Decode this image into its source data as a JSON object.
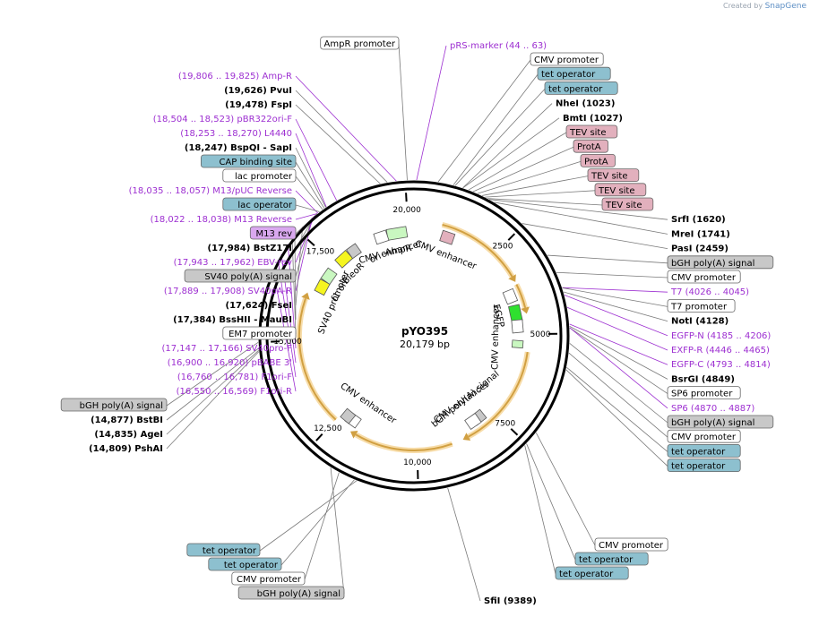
{
  "credit": {
    "prefix": "Created by",
    "brand": "SnapGene"
  },
  "plasmid": {
    "name": "pYO395",
    "size_label": "20,179 bp",
    "length": 20179
  },
  "colors": {
    "feature_purple": "#9d2fd1",
    "enzyme_black": "#000000",
    "protein_bind_fill": "#8dc0cf",
    "misc_fill": "#e2b0bd",
    "regulatory_fill": "#c8c8c8",
    "promoter_fill": "#ffffff",
    "primer_fill": "#d9a8ef",
    "orf_outline": "#d1a042",
    "leader_line": "#7a7a7a"
  },
  "ticks": [
    {
      "label": "2500",
      "pos": 2500
    },
    {
      "label": "5000",
      "pos": 5000
    },
    {
      "label": "7500",
      "pos": 7500
    },
    {
      "label": "10,000",
      "pos": 10000
    },
    {
      "label": "12,500",
      "pos": 12500
    },
    {
      "label": "15,000",
      "pos": 15000
    },
    {
      "label": "17,500",
      "pos": 17500
    },
    {
      "label": "20,000",
      "pos": 20000
    }
  ],
  "labels_left": [
    {
      "text": "AmpR promoter",
      "kind": "box-white",
      "anchor": 20040
    },
    {
      "text": "(19,806 .. 19,825)  Amp-R",
      "kind": "purple",
      "anchor": 19815
    },
    {
      "text": "(19,626)  PvuI",
      "kind": "enzyme",
      "anchor": 19626
    },
    {
      "text": "(19,478)  FspI",
      "kind": "enzyme",
      "anchor": 19478
    },
    {
      "text": "(18,504 .. 18,523)  pBR322ori-F",
      "kind": "purple",
      "anchor": 18513
    },
    {
      "text": "(18,253 .. 18,270)  L4440",
      "kind": "purple",
      "anchor": 18261
    },
    {
      "text": "(18,247)  BspQI  -  SapI",
      "kind": "enzyme",
      "anchor": 18247
    },
    {
      "text": "CAP binding site",
      "kind": "box-teal",
      "anchor": 18210
    },
    {
      "text": "lac promoter",
      "kind": "box-white",
      "anchor": 18170
    },
    {
      "text": "(18,035 .. 18,057)  M13/pUC Reverse",
      "kind": "purple",
      "anchor": 18046
    },
    {
      "text": "lac operator",
      "kind": "box-teal",
      "anchor": 18090
    },
    {
      "text": "(18,022 .. 18,038)  M13 Reverse",
      "kind": "purple",
      "anchor": 18030
    },
    {
      "text": "M13 rev",
      "kind": "box-purple",
      "anchor": 18025
    },
    {
      "text": "(17,984)  BstZ17I",
      "kind": "enzyme",
      "anchor": 17984
    },
    {
      "text": "(17,943 .. 17,962)  EBV-rev",
      "kind": "purple",
      "anchor": 17952
    },
    {
      "text": "SV40 poly(A) signal",
      "kind": "box-grey",
      "anchor": 17880
    },
    {
      "text": "(17,889 .. 17,908)  SV40pA-R",
      "kind": "purple",
      "anchor": 17898
    },
    {
      "text": "(17,624)  FseI",
      "kind": "enzyme",
      "anchor": 17624
    },
    {
      "text": "(17,384)  BssHII  -  MauBI",
      "kind": "enzyme",
      "anchor": 17384
    },
    {
      "text": "EM7 promoter",
      "kind": "box-white",
      "anchor": 17300
    },
    {
      "text": "(17,147 .. 17,166)  SV40pro-F",
      "kind": "purple",
      "anchor": 17156
    },
    {
      "text": "(16,900 .. 16,920)  pBABE 3'",
      "kind": "purple",
      "anchor": 16910
    },
    {
      "text": "(16,760 .. 16,781)  F1ori-F",
      "kind": "purple",
      "anchor": 16770
    },
    {
      "text": "(16,550 .. 16,569)  F1ori-R",
      "kind": "purple",
      "anchor": 16560
    },
    {
      "text": "bGH poly(A) signal",
      "kind": "box-grey",
      "anchor": 15000
    },
    {
      "text": "(14,877)  BstBI",
      "kind": "enzyme",
      "anchor": 14877
    },
    {
      "text": "(14,835)  AgeI",
      "kind": "enzyme",
      "anchor": 14835
    },
    {
      "text": "(14,809)  PshAI",
      "kind": "enzyme",
      "anchor": 14809
    }
  ],
  "labels_top": [
    {
      "text": "pRS-marker   (44 .. 63)",
      "kind": "purple",
      "anchor": 54
    }
  ],
  "labels_right": [
    {
      "text": "CMV promoter",
      "kind": "box-white",
      "anchor": 500
    },
    {
      "text": "tet operator",
      "kind": "box-teal",
      "anchor": 820
    },
    {
      "text": "tet operator",
      "kind": "box-teal",
      "anchor": 860
    },
    {
      "text": "NheI  (1023)",
      "kind": "enzyme",
      "anchor": 1023
    },
    {
      "text": "BmtI  (1027)",
      "kind": "enzyme",
      "anchor": 1027
    },
    {
      "text": "TEV site",
      "kind": "box-pink",
      "anchor": 1150
    },
    {
      "text": "ProtA",
      "kind": "box-pink",
      "anchor": 1250
    },
    {
      "text": "ProtA",
      "kind": "box-pink",
      "anchor": 1350
    },
    {
      "text": "TEV site",
      "kind": "box-pink",
      "anchor": 1450
    },
    {
      "text": "TEV site",
      "kind": "box-pink",
      "anchor": 1520
    },
    {
      "text": "TEV site",
      "kind": "box-pink",
      "anchor": 1580
    },
    {
      "text": "SrfI  (1620)",
      "kind": "enzyme",
      "anchor": 1620
    },
    {
      "text": "MreI  (1741)",
      "kind": "enzyme",
      "anchor": 1741
    },
    {
      "text": "PasI  (2459)",
      "kind": "enzyme",
      "anchor": 2459
    },
    {
      "text": "bGH poly(A) signal",
      "kind": "box-grey",
      "anchor": 3300
    },
    {
      "text": "CMV promoter",
      "kind": "box-white",
      "anchor": 3700
    },
    {
      "text": "T7   (4026 .. 4045)",
      "kind": "purple",
      "anchor": 4035
    },
    {
      "text": "T7 promoter",
      "kind": "box-white",
      "anchor": 4040
    },
    {
      "text": "NotI  (4128)",
      "kind": "enzyme",
      "anchor": 4128
    },
    {
      "text": "EGFP-N   (4185 .. 4206)",
      "kind": "purple",
      "anchor": 4195
    },
    {
      "text": "EXFP-R   (4446 .. 4465)",
      "kind": "purple",
      "anchor": 4455
    },
    {
      "text": "EGFP-C   (4793 .. 4814)",
      "kind": "purple",
      "anchor": 4803
    },
    {
      "text": "BsrGI  (4849)",
      "kind": "enzyme",
      "anchor": 4849
    },
    {
      "text": "SP6 promoter",
      "kind": "box-white",
      "anchor": 4880
    },
    {
      "text": "SP6   (4870 .. 4887)",
      "kind": "purple",
      "anchor": 4878
    },
    {
      "text": "bGH poly(A) signal",
      "kind": "box-grey",
      "anchor": 5200
    },
    {
      "text": "CMV promoter",
      "kind": "box-white",
      "anchor": 5400
    },
    {
      "text": "tet operator",
      "kind": "box-teal",
      "anchor": 5700
    },
    {
      "text": "tet operator",
      "kind": "box-teal",
      "anchor": 5750
    }
  ],
  "labels_bottom_right": [
    {
      "text": "CMV promoter",
      "kind": "box-white",
      "anchor": 7200
    },
    {
      "text": "tet operator",
      "kind": "box-teal",
      "anchor": 7500
    },
    {
      "text": "tet operator",
      "kind": "box-teal",
      "anchor": 7550
    },
    {
      "text": "SfiI  (9389)",
      "kind": "enzyme",
      "anchor": 9389
    }
  ],
  "labels_bottom_left": [
    {
      "text": "tet operator",
      "kind": "box-teal",
      "anchor": 11300
    },
    {
      "text": "tet operator",
      "kind": "box-teal",
      "anchor": 11350
    },
    {
      "text": "CMV promoter",
      "kind": "box-white",
      "anchor": 11700
    },
    {
      "text": "bGH poly(A) signal",
      "kind": "box-grey",
      "anchor": 11900
    }
  ],
  "inner_labels": [
    {
      "text": "AmpR",
      "pos": 19600
    },
    {
      "text": "CMV enhancer",
      "pos": 19300
    },
    {
      "text": "CMV enhancer",
      "pos": 1200
    },
    {
      "text": "EGFP",
      "pos": 4300
    },
    {
      "text": "CMV enhancer",
      "pos": 5100
    },
    {
      "text": "bGH poly(A) signal",
      "pos": 7900
    },
    {
      "text": "CMV enhancer",
      "pos": 8100
    },
    {
      "text": "CMV enhancer",
      "pos": 12000
    },
    {
      "text": "SV40 promoter",
      "pos": 16400
    },
    {
      "text": "f1 ori",
      "pos": 16900
    },
    {
      "text": "BleoR",
      "pos": 17700
    },
    {
      "text": "ori",
      "pos": 18700
    }
  ],
  "orfs": [
    {
      "name": "orf1",
      "start": 800,
      "end": 3300
    },
    {
      "name": "orf2",
      "start": 3550,
      "end": 4250
    },
    {
      "name": "orf3",
      "start": 5500,
      "end": 8500
    },
    {
      "name": "orf4",
      "start": 9000,
      "end": 11800
    },
    {
      "name": "orf5",
      "start": 12500,
      "end": 16200
    }
  ]
}
